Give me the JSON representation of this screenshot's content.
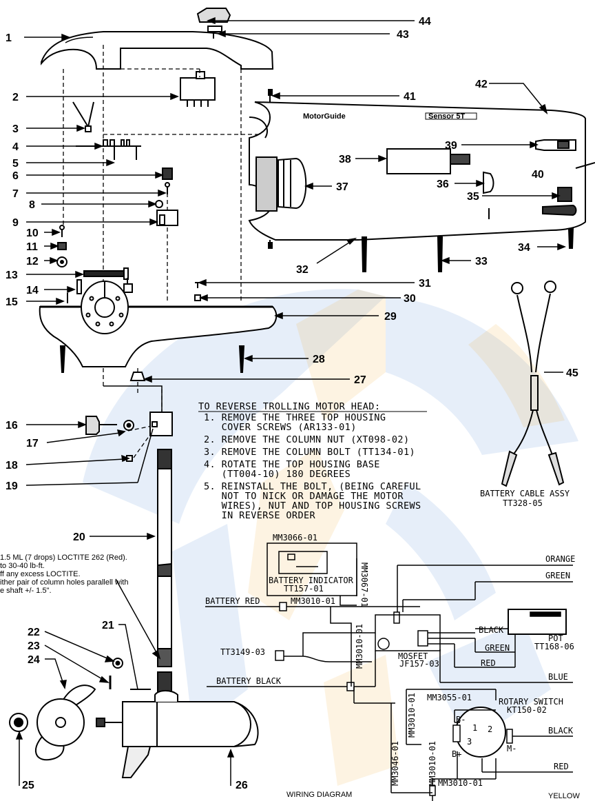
{
  "callouts": {
    "c1": "1",
    "c2": "2",
    "c3": "3",
    "c4": "4",
    "c5": "5",
    "c6": "6",
    "c7": "7",
    "c8": "8",
    "c9": "9",
    "c10": "10",
    "c11": "11",
    "c12": "12",
    "c13": "13",
    "c14": "14",
    "c15": "15",
    "c16": "16",
    "c17": "17",
    "c18": "18",
    "c19": "19",
    "c20": "20",
    "c21": "21",
    "c22": "22",
    "c23": "23",
    "c24": "24",
    "c25": "25",
    "c26": "26",
    "c27": "27",
    "c28": "28",
    "c29": "29",
    "c30": "30",
    "c31": "31",
    "c32": "32",
    "c33": "33",
    "c34": "34",
    "c35": "35",
    "c36": "36",
    "c37": "37",
    "c38": "38",
    "c39": "39",
    "c40": "40",
    "c41": "41",
    "c42": "42",
    "c43": "43",
    "c44": "44",
    "c45": "45"
  },
  "reverse_instructions": {
    "title": "TO REVERSE TROLLING MOTOR HEAD:",
    "lines": [
      "1. REMOVE THE THREE TOP HOUSING",
      "   COVER SCREWS (AR133-01)",
      "2. REMOVE THE COLUMN NUT (XT098-02)",
      "3. REMOVE THE COLUMN BOLT (TT134-01)",
      "4. ROTATE THE TOP HOUSING BASE",
      "   (TT004-10) 180 DEGREES",
      "5. REINSTALL THE BOLT, (BEING CAREFUL",
      "   NOT TO NICK OR DAMAGE THE MOTOR",
      "   WIRES), NUT AND TOP HOUSING SCREWS",
      "   IN REVERSE ORDER"
    ]
  },
  "loctite_note": [
    "1.5 ML (7 drops) LOCTITE 262 (Red).",
    "to 30-40 lb-ft.",
    "ff any excess LOCTITE.",
    "ither pair of column holes parallell with",
    "e shaft +/- 1.5\"."
  ],
  "battery_cable": {
    "label": "BATTERY CABLE ASSY",
    "part": "TT328-05"
  },
  "wiring": {
    "title": "WIRING DIAGRAM",
    "mm3066": "MM3066-01",
    "mm3067": "MM3067-01",
    "battery_indicator": "BATTERY INDICATOR",
    "battery_indicator_part": "TT157-01",
    "battery_red": "BATTERY RED",
    "mm3010_a": "MM3010-01",
    "mm3010_b": "MM3010-01",
    "mm3010_c": "MM3010-01",
    "mm3010_d": "MM3010-01",
    "mm3010_e": "MM3010-01",
    "tt3149": "TT3149-03",
    "battery_black": "BATTERY BLACK",
    "mosfet": "MOSFET",
    "mosfet_part": "JF157-03",
    "orange": "ORANGE",
    "green": "GREEN",
    "black_pot": "BLACK",
    "green_pot": "GREEN",
    "red_pot": "RED",
    "pot": "POT",
    "pot_part": "TT168-06",
    "blue": "BLUE",
    "mm3055": "MM3055-01",
    "mm3046": "MM3046-01",
    "rotary_switch": "ROTARY SWITCH",
    "rotary_switch_part": "KT150-02",
    "black_sw": "BLACK",
    "red_sw": "RED",
    "yellow": "YELLOW",
    "b_minus": "B-",
    "b_plus": "B+",
    "m_minus": "M-",
    "t1": "1",
    "t2": "2",
    "t3": "3"
  },
  "housing_text": {
    "brand": "MotorGuide",
    "model": "Sensor 5T"
  },
  "colors": {
    "watermark_blue": "#3f7fd0",
    "watermark_orange": "#f0a020",
    "line": "#000000"
  }
}
